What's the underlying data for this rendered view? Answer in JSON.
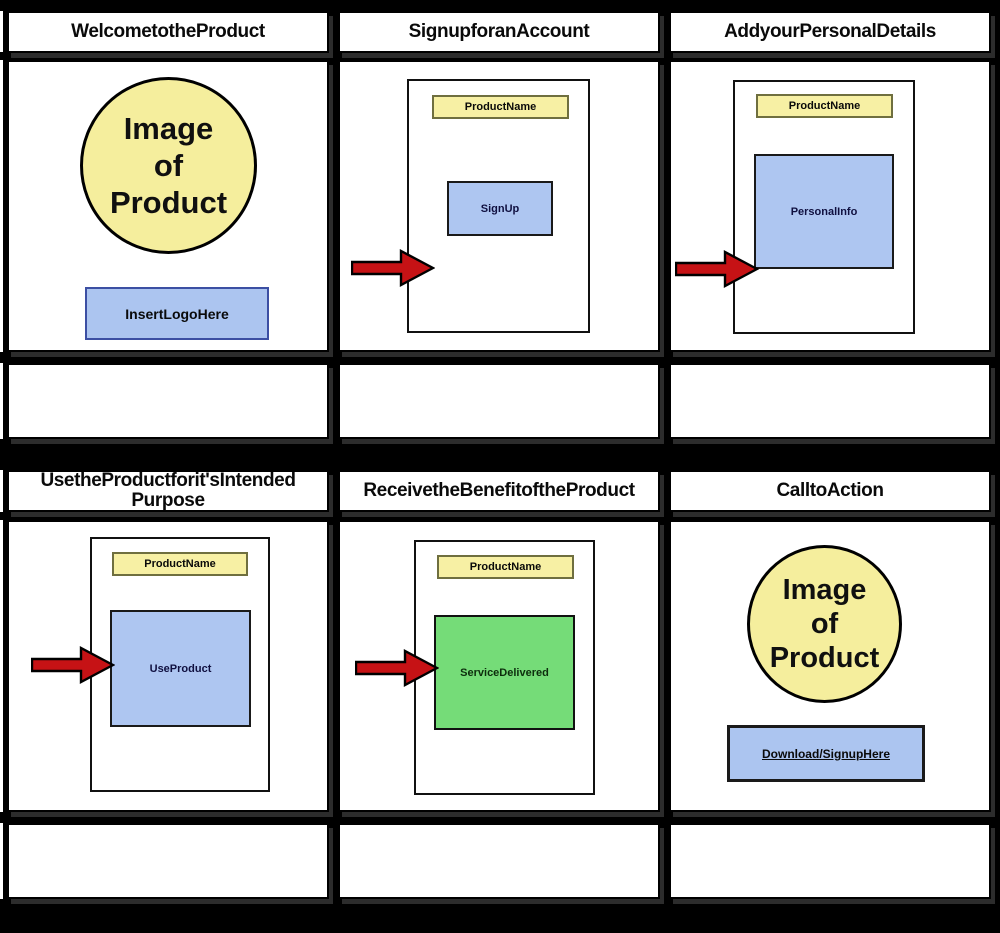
{
  "colors": {
    "background": "#000000",
    "cell": "#FFFFFF",
    "yellow_shape": "#F5EE9D",
    "yellow_bar": "#F7F0A4",
    "blue_shape": "#ACC5F0",
    "green_shape": "#75DC78",
    "arrow_red": "#C61215"
  },
  "panels": [
    {
      "title": "WelcometotheProduct",
      "circle_lines": [
        "Image",
        "of",
        "Product"
      ],
      "logo_label": "InsertLogoHere",
      "description": ""
    },
    {
      "title": "SignupforanAccount",
      "header_label": "ProductName",
      "action_label": "SignUp",
      "description": ""
    },
    {
      "title": "AddyourPersonalDetails",
      "header_label": "ProductName",
      "action_label": "PersonalInfo",
      "description": ""
    },
    {
      "title": "UsetheProductforit'sIntended Purpose",
      "header_label": "ProductName",
      "action_label": "UseProduct",
      "description": ""
    },
    {
      "title": "ReceivetheBenefitoftheProduct",
      "header_label": "ProductName",
      "action_label": "ServiceDelivered",
      "description": ""
    },
    {
      "title": "CalltoAction",
      "circle_lines": [
        "Image",
        "of",
        "Product"
      ],
      "cta_label": "Download/SignupHere",
      "description": ""
    }
  ]
}
